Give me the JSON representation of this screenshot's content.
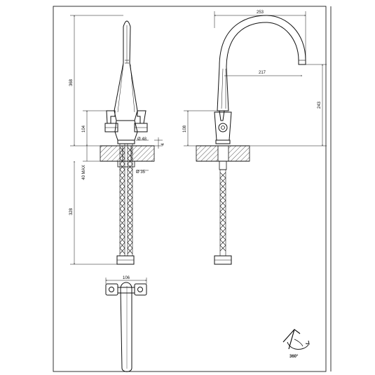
{
  "dimensions": {
    "front_total_height": "368",
    "front_handle_height": "104",
    "front_base_diameter": "Ø 48",
    "front_deck_gap": "4",
    "front_max_thickness": "40 MAX",
    "front_hole_diameter": "Ø 35",
    "front_hose_length": "328",
    "side_reach": "253",
    "side_spout_projection": "217",
    "side_spout_height": "243",
    "side_handle_height": "108",
    "top_width": "106"
  },
  "rotation": {
    "label": "360°",
    "icon": "rotation-arrow-icon"
  },
  "colors": {
    "line": "#111111",
    "hatch": "#333333",
    "frame": "#000000",
    "page": "#ffffff"
  }
}
